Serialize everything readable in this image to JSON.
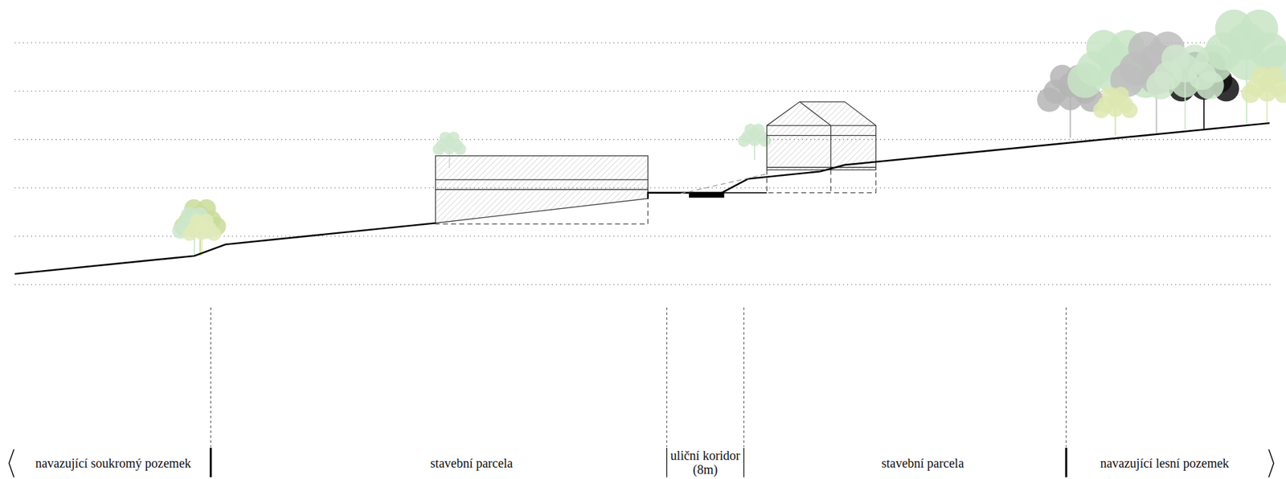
{
  "diagram": {
    "labels": [
      "navazující soukromý pozemek",
      "stavební parcela",
      "uliční koridor (8m)",
      "stavební parcela",
      "navazující lesní pozemek"
    ]
  }
}
